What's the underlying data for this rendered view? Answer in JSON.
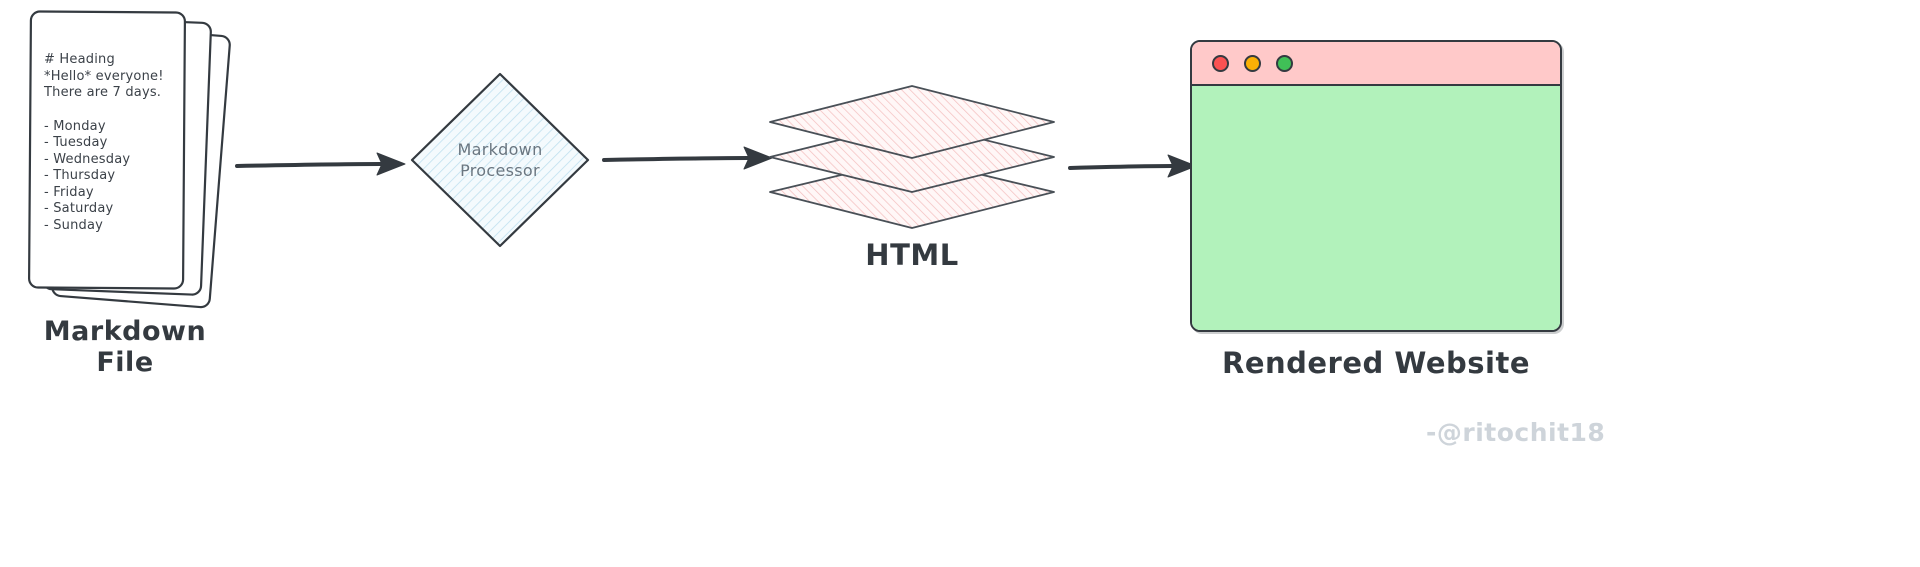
{
  "markdown_file": {
    "label": "Markdown File",
    "lines": [
      "# Heading",
      "*Hello* everyone!",
      "There are 7 days.",
      "- Monday",
      "- Tuesday",
      "- Wednesday",
      "- Thursday",
      "- Friday",
      "- Saturday",
      "- Sunday"
    ]
  },
  "processor": {
    "label_lines": [
      "Markdown",
      "Processor"
    ]
  },
  "html_output": {
    "label": "HTML"
  },
  "browser": {
    "label": "Rendered Website"
  },
  "watermark": "-@ritochit18",
  "icons": [
    "page-stack-icon",
    "processor-diamond-icon",
    "html-layers-icon",
    "close-dot-icon",
    "minimize-dot-icon",
    "maximize-dot-icon",
    "arrow-icon"
  ],
  "colors": {
    "stroke": "#343a40",
    "diamond_fill": "#f4fafd",
    "diamond_hatch": "#bfe0ef",
    "layer_fill": "#fff7f7",
    "layer_hatch": "#f3bdbd",
    "titlebar_fill": "#ffc9c9",
    "content_fill": "#b2f2bb",
    "dot_red": "#fa5252",
    "dot_yellow": "#fab005",
    "dot_green": "#40c057",
    "watermark": "#ced4da"
  }
}
